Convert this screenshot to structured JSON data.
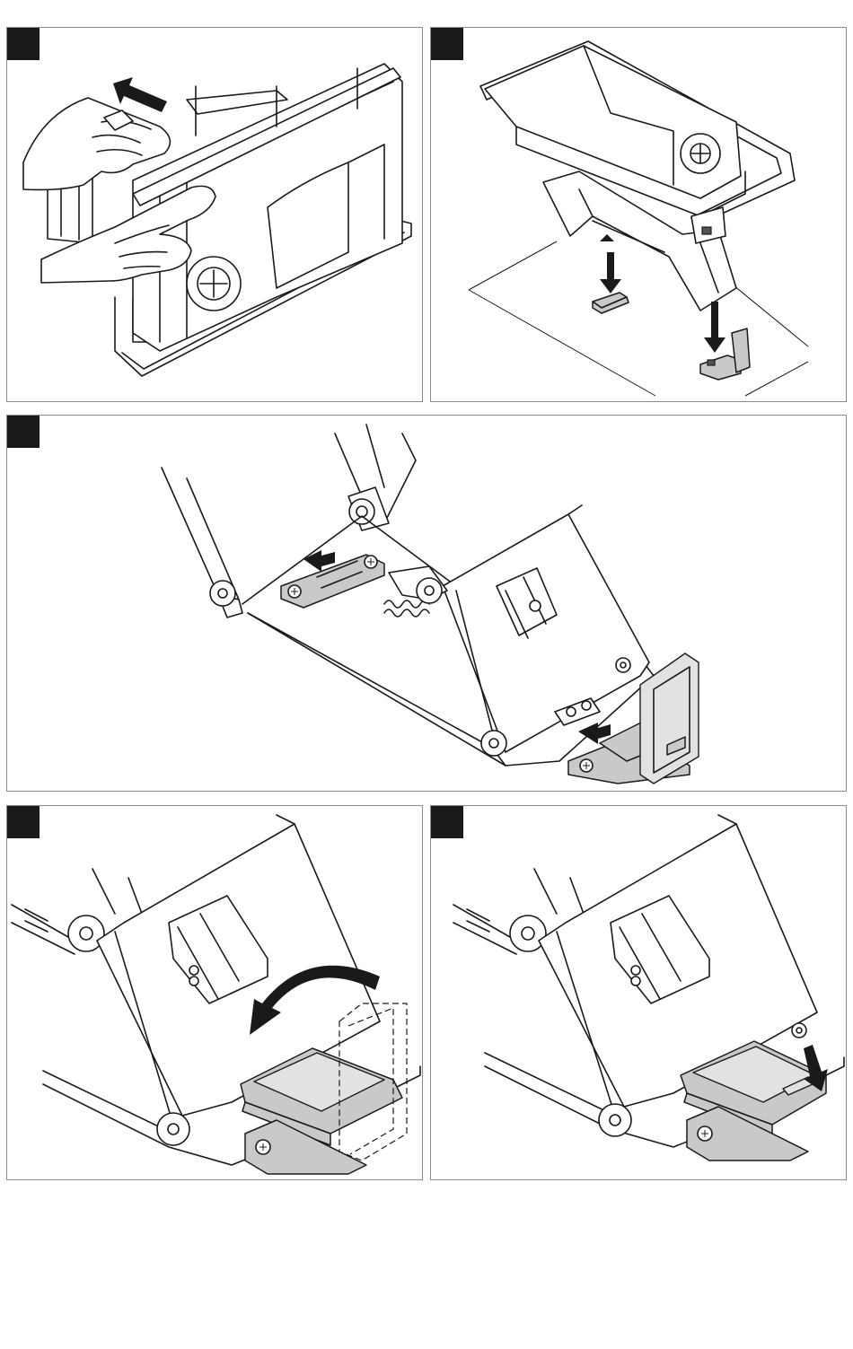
{
  "figure": {
    "panels": [
      {
        "id": "step-1",
        "icon": "hands-pulling-tray"
      },
      {
        "id": "step-2",
        "icon": "tray-with-brackets-exploded"
      },
      {
        "id": "step-3",
        "icon": "hinge-bracket-detail"
      },
      {
        "id": "step-4",
        "icon": "cover-rotate"
      },
      {
        "id": "step-5",
        "icon": "cover-press-down"
      }
    ],
    "colors": {
      "stroke": "#1a1a1a",
      "part_fill": "#c9c9c9",
      "frame": "#8a8a8a",
      "badge": "#1a1a1a"
    }
  }
}
